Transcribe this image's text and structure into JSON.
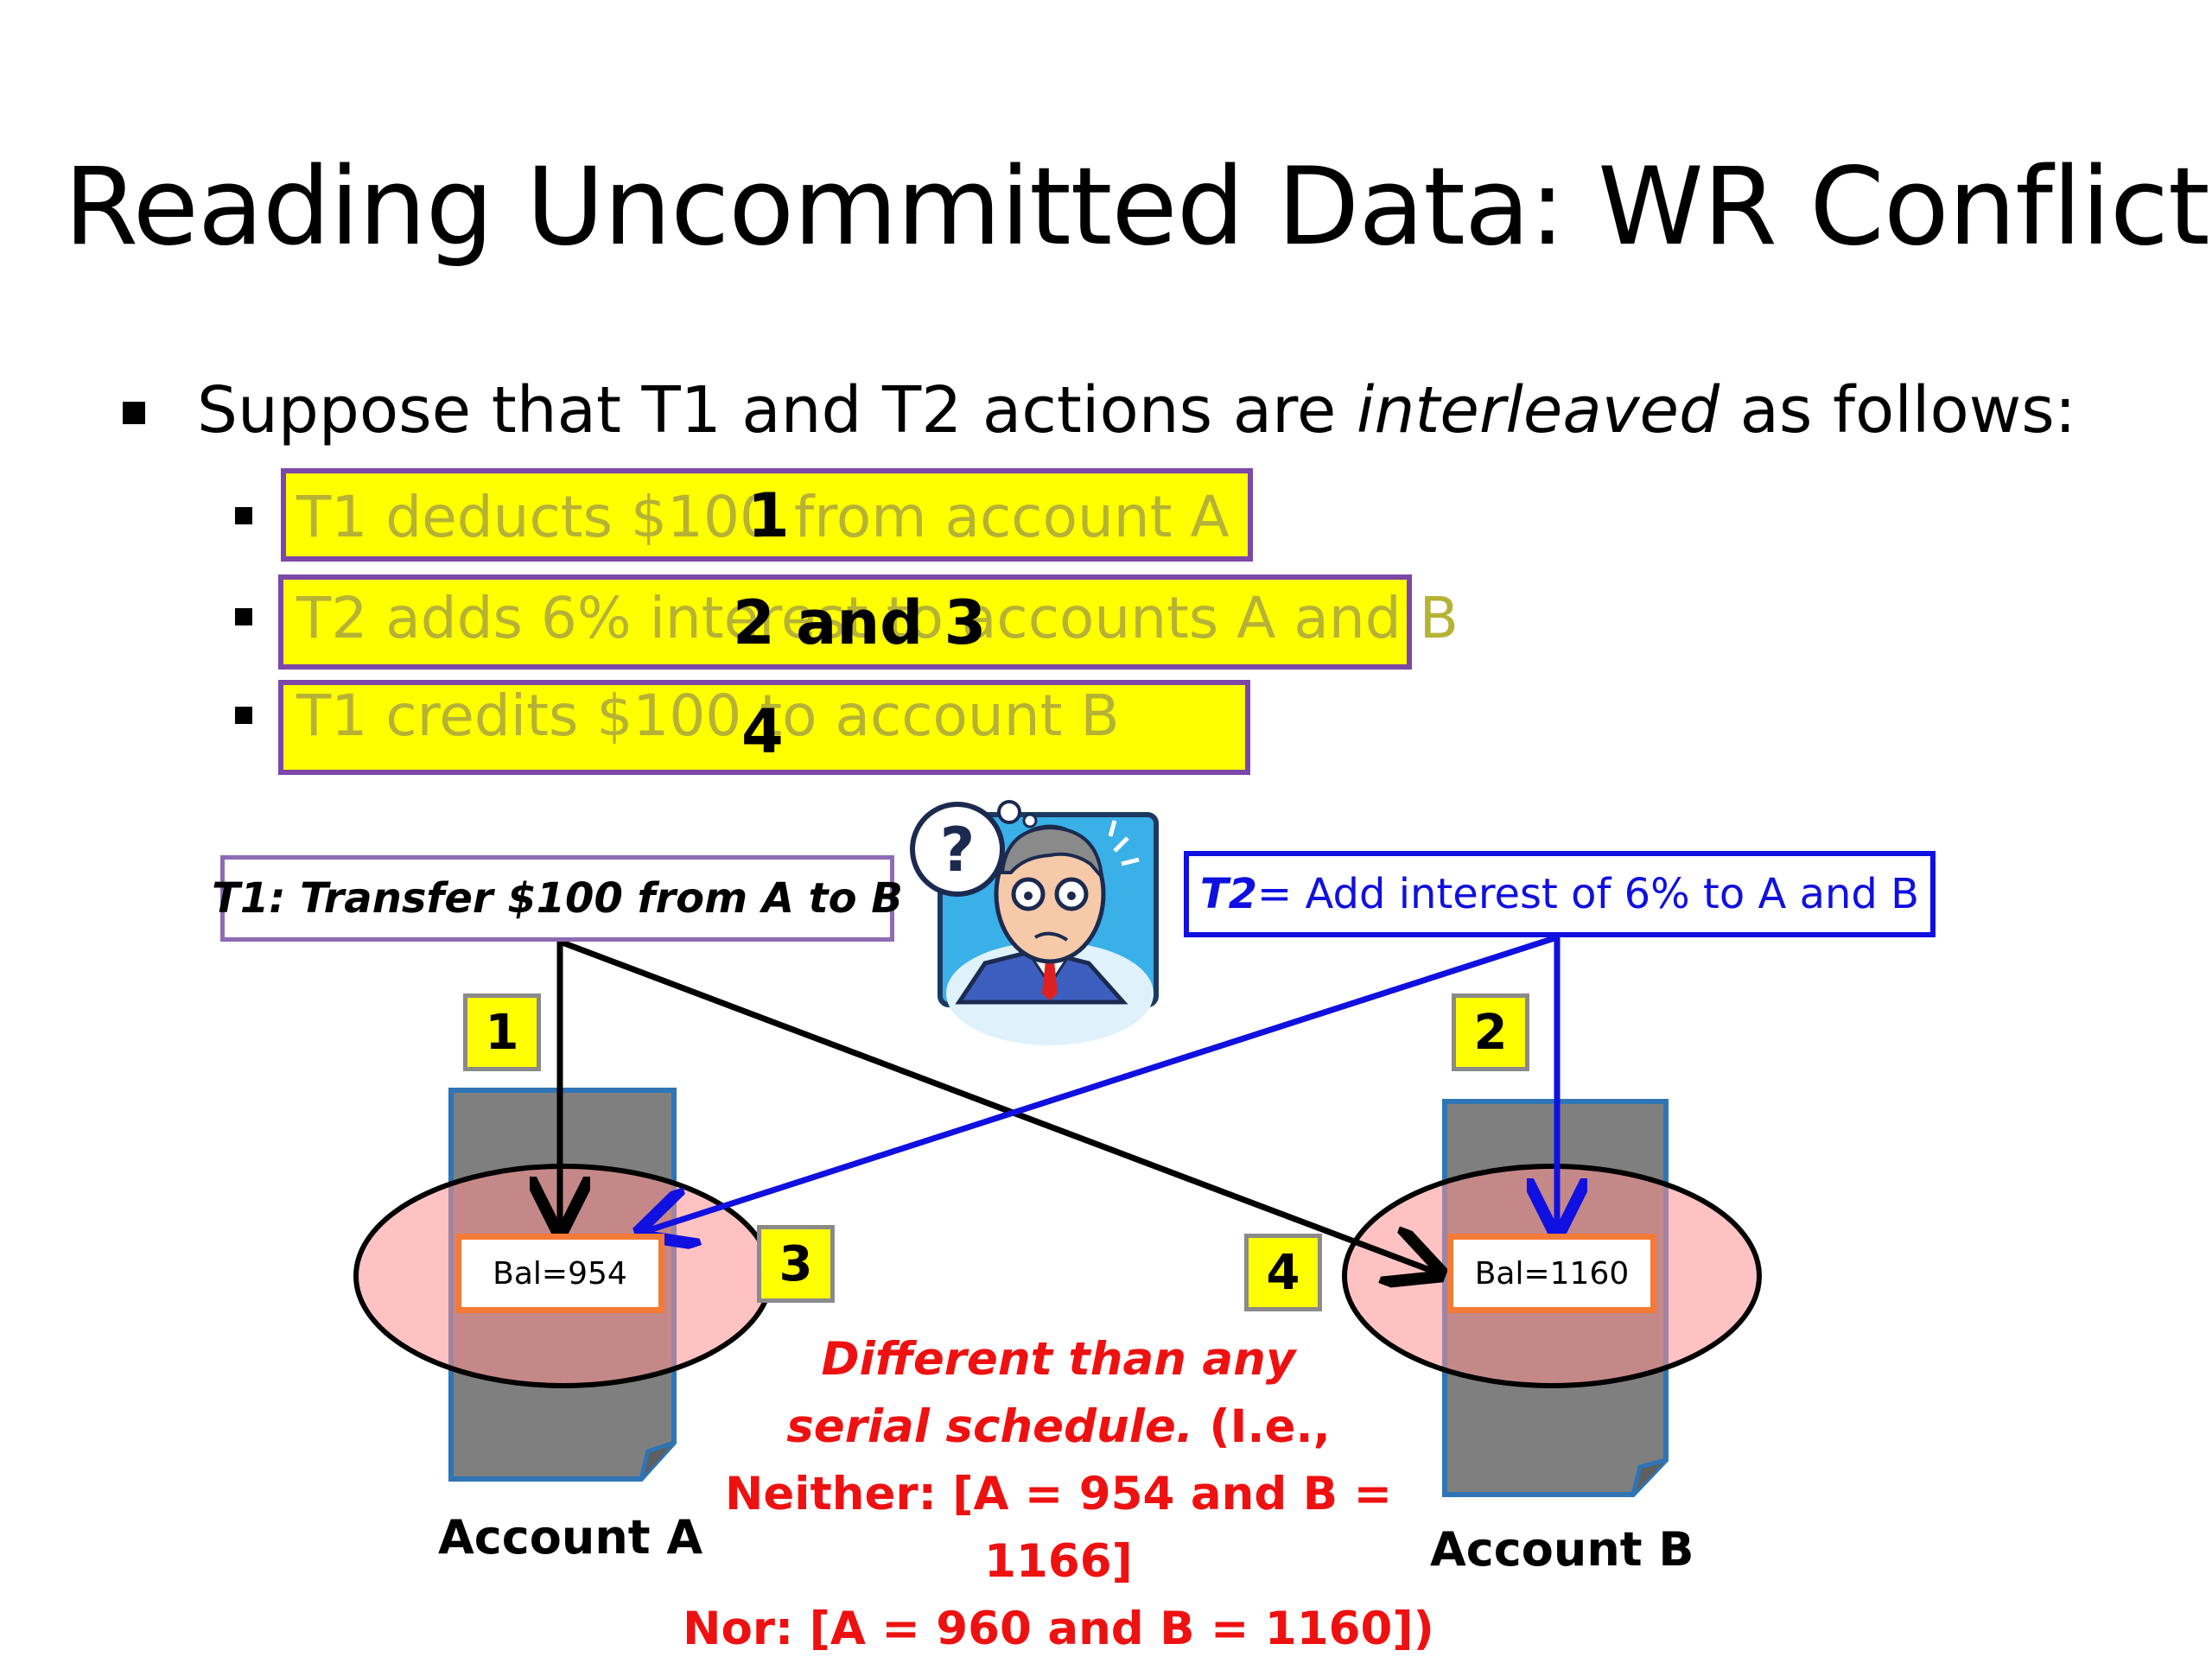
{
  "title": "Reading Uncommitted Data: WR Conflicts",
  "main_bullet": {
    "prefix": "Suppose that T1 and T2 actions are ",
    "emphasis": "interleaved",
    "suffix": " as follows:"
  },
  "sub_bullets": [
    {
      "text": "T1 deducts $100 from account A",
      "step": "1"
    },
    {
      "text": "T2 adds 6% interest to accounts A and B",
      "step": "2 and 3"
    },
    {
      "text": "T1 credits $100 to account B",
      "step": "4"
    }
  ],
  "t1_label": "T1: Transfer $100 from A to B",
  "t2_label": {
    "name": "T2",
    "rest": " = Add interest of 6% to A and B"
  },
  "badges": [
    "1",
    "2",
    "3",
    "4"
  ],
  "accounts": [
    {
      "name": "Account A",
      "balance": "Bal=954"
    },
    {
      "name": "Account B",
      "balance": "Bal=1160"
    }
  ],
  "note": {
    "line1": "Different than any",
    "line2_italic": "serial schedule.",
    "line2_rest": " (I.e.,",
    "line3": "Neither: [A = 954 and B = 1166]",
    "line4": "Nor: [A = 960 and B = 1160])"
  },
  "colors": {
    "highlight": "#ffff00",
    "highlight_border": "#7b47a8",
    "t2_blue": "#1010e0",
    "note_red": "#ee1111",
    "ellipse_fill": "#ffbfbf",
    "document_gray": "#7f7f7f",
    "document_border": "#2e75b6"
  },
  "icon": "confused-man-thinking-icon"
}
